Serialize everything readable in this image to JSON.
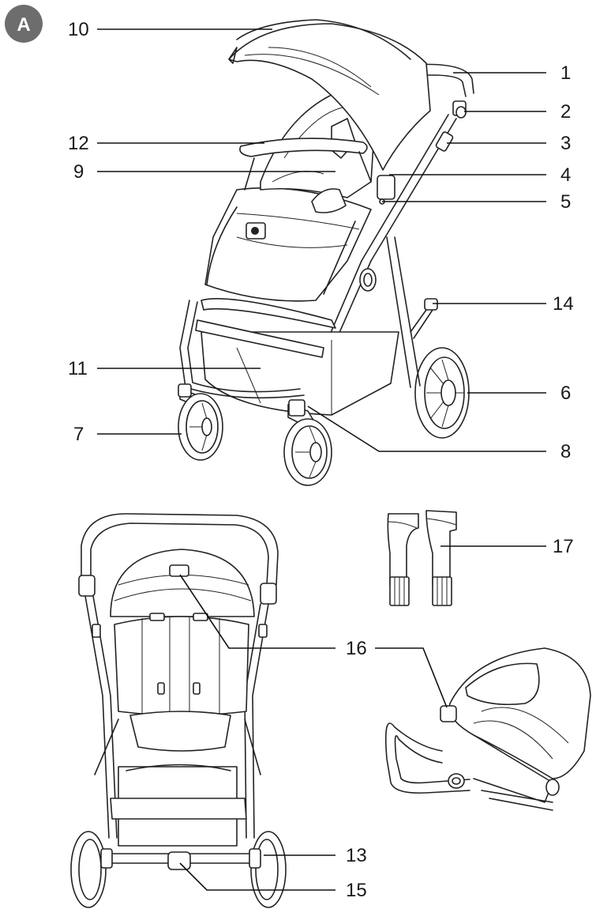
{
  "badge": "A",
  "callouts": {
    "c1": "1",
    "c2": "2",
    "c3": "3",
    "c4": "4",
    "c5": "5",
    "c6": "6",
    "c7": "7",
    "c8": "8",
    "c9": "9",
    "c10": "10",
    "c11": "11",
    "c12": "12",
    "c13": "13",
    "c14": "14",
    "c15": "15",
    "c16": "16",
    "c17": "17"
  }
}
